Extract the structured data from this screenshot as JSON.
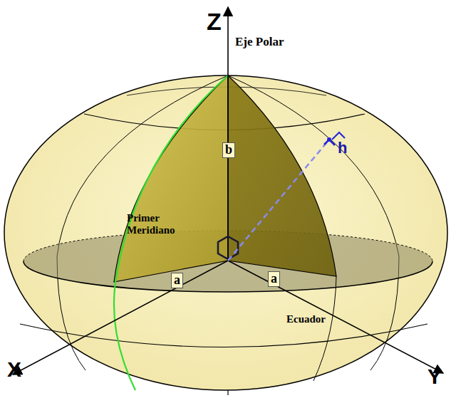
{
  "diagram": {
    "labels": [
      "Z",
      "Eje Polar",
      "b",
      "h",
      "Primer Meridiano",
      "a",
      "a",
      "Ecuador",
      "X",
      "Y"
    ]
  }
}
